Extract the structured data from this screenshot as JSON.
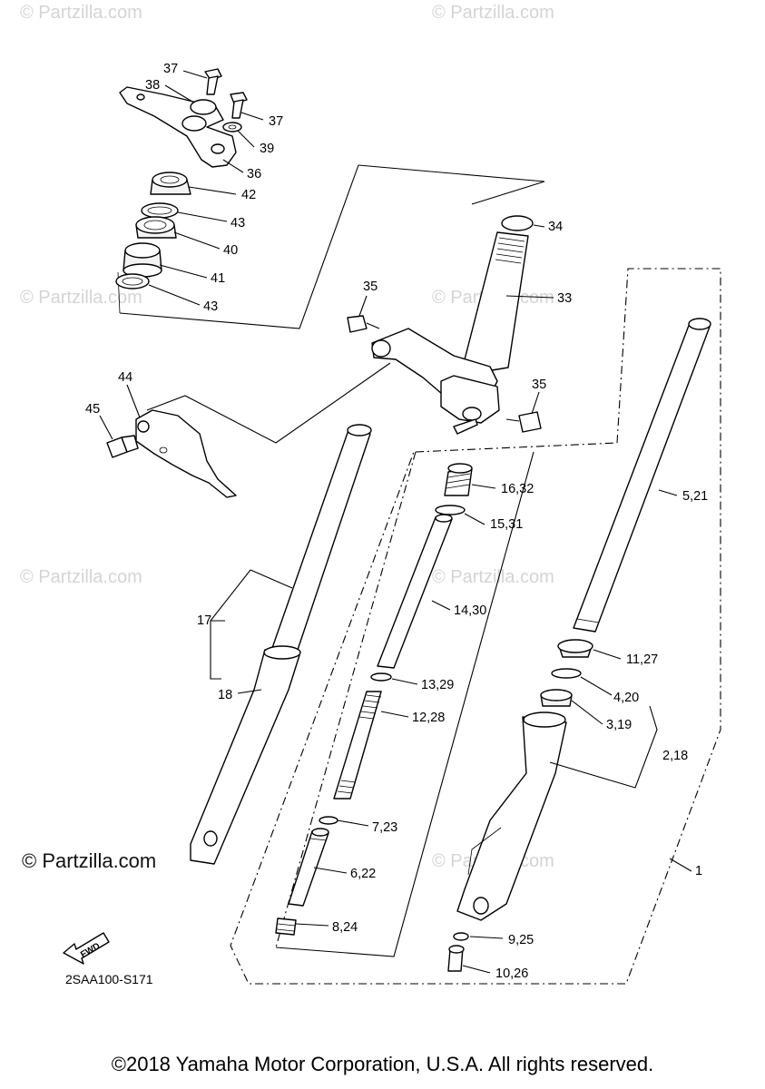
{
  "watermark": "© Partzilla.com",
  "callouts": [
    {
      "id": "c37a",
      "text": "37"
    },
    {
      "id": "c38",
      "text": "38"
    },
    {
      "id": "c37b",
      "text": "37"
    },
    {
      "id": "c39",
      "text": "39"
    },
    {
      "id": "c36",
      "text": "36"
    },
    {
      "id": "c42",
      "text": "42"
    },
    {
      "id": "c43a",
      "text": "43"
    },
    {
      "id": "c40",
      "text": "40"
    },
    {
      "id": "c41",
      "text": "41"
    },
    {
      "id": "c43b",
      "text": "43"
    },
    {
      "id": "c34",
      "text": "34"
    },
    {
      "id": "c35a",
      "text": "35"
    },
    {
      "id": "c33",
      "text": "33"
    },
    {
      "id": "c35b",
      "text": "35"
    },
    {
      "id": "c44",
      "text": "44"
    },
    {
      "id": "c45",
      "text": "45"
    },
    {
      "id": "c16",
      "text": "16,32"
    },
    {
      "id": "c15",
      "text": "15,31"
    },
    {
      "id": "c5",
      "text": "5,21"
    },
    {
      "id": "c14",
      "text": "14,30"
    },
    {
      "id": "c11",
      "text": "11,27"
    },
    {
      "id": "c17",
      "text": "17"
    },
    {
      "id": "c13",
      "text": "13,29"
    },
    {
      "id": "c4",
      "text": "4,20"
    },
    {
      "id": "c18",
      "text": "18"
    },
    {
      "id": "c12",
      "text": "12,28"
    },
    {
      "id": "c3",
      "text": "3,19"
    },
    {
      "id": "c2",
      "text": "2,18"
    },
    {
      "id": "c7",
      "text": "7,23"
    },
    {
      "id": "c6",
      "text": "6,22"
    },
    {
      "id": "c1",
      "text": "1"
    },
    {
      "id": "c8",
      "text": "8,24"
    },
    {
      "id": "c9",
      "text": "9,25"
    },
    {
      "id": "c10",
      "text": "10,26"
    }
  ],
  "fwd_label": "FWD",
  "diagram_code": "2SAA100-S171",
  "site_watermark": "© Partzilla.com",
  "footer": "©2018 Yamaha Motor Corporation, U.S.A. All rights reserved."
}
